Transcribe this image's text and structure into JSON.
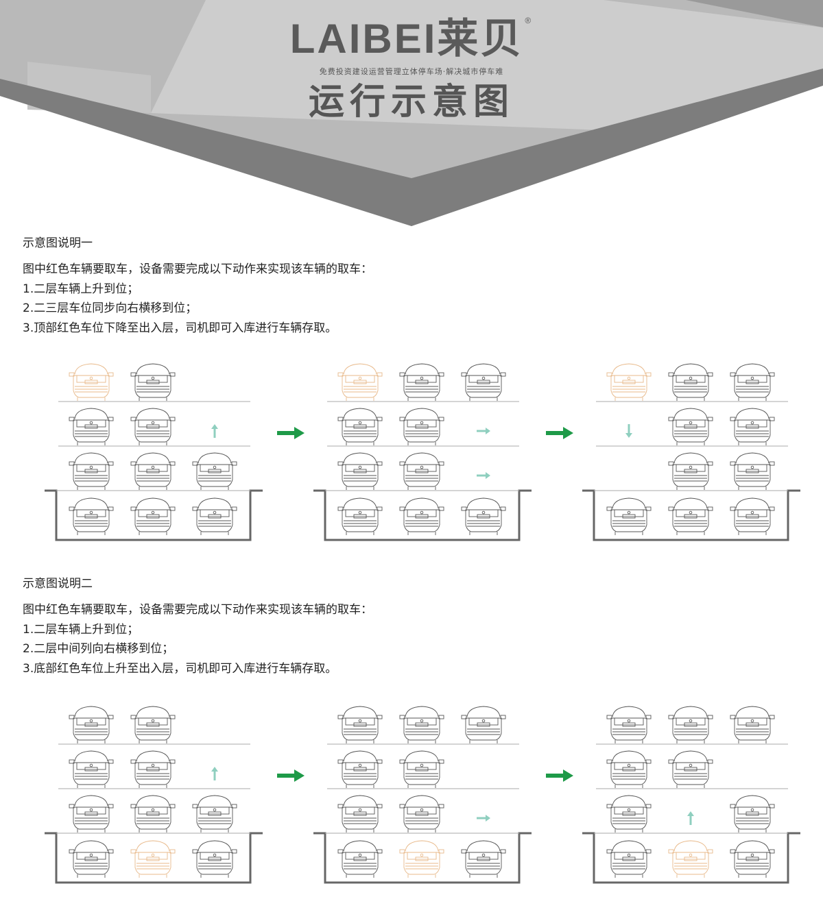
{
  "header": {
    "brand": "LAIBEI莱贝",
    "registered": "®",
    "slogan": "免费投资建设运营管理立体停车场·解决城市停车难",
    "title": "运行示意图"
  },
  "colors": {
    "car": "#555555",
    "target_car": "#e8b98a",
    "arrow_hint": "#8fcfbf",
    "arrow_step": "#1e9a48",
    "structure": "#777777"
  },
  "sections": [
    {
      "heading": "示意图说明一",
      "lines": [
        "图中红色车辆要取车，设备需要完成以下动作来实现该车辆的取车：",
        "1.二层车辆上升到位；",
        "2.二三层车位同步向右横移到位；",
        "3.顶部红色车位下降至出入层，司机即可入库进行车辆存取。"
      ],
      "diagrams": [
        [
          [
            "red",
            "car",
            "empty"
          ],
          [
            "car",
            "car",
            "up"
          ],
          [
            "car",
            "car",
            "car"
          ],
          [
            "car",
            "car",
            "car"
          ]
        ],
        [
          [
            "red",
            "car",
            "car"
          ],
          [
            "car",
            "car",
            "right"
          ],
          [
            "car",
            "car",
            "right"
          ],
          [
            "car",
            "car",
            "car"
          ]
        ],
        [
          [
            "red",
            "car",
            "car"
          ],
          [
            "down",
            "car",
            "car"
          ],
          [
            "empty",
            "car",
            "car"
          ],
          [
            "car",
            "car",
            "car"
          ]
        ]
      ]
    },
    {
      "heading": "示意图说明二",
      "lines": [
        "图中红色车辆要取车，设备需要完成以下动作来实现该车辆的取车：",
        "1.二层车辆上升到位；",
        "2.二层中间列向右横移到位；",
        "3.底部红色车位上升至出入层，司机即可入库进行车辆存取。"
      ],
      "diagrams": [
        [
          [
            "car",
            "car",
            "empty"
          ],
          [
            "car",
            "car",
            "up"
          ],
          [
            "car",
            "car",
            "car"
          ],
          [
            "car",
            "red",
            "car"
          ]
        ],
        [
          [
            "car",
            "car",
            "car"
          ],
          [
            "car",
            "car",
            "empty"
          ],
          [
            "car",
            "car",
            "right"
          ],
          [
            "car",
            "red",
            "car"
          ]
        ],
        [
          [
            "car",
            "car",
            "car"
          ],
          [
            "car",
            "car",
            "empty"
          ],
          [
            "car",
            "up",
            "car"
          ],
          [
            "car",
            "red",
            "car"
          ]
        ]
      ]
    }
  ]
}
